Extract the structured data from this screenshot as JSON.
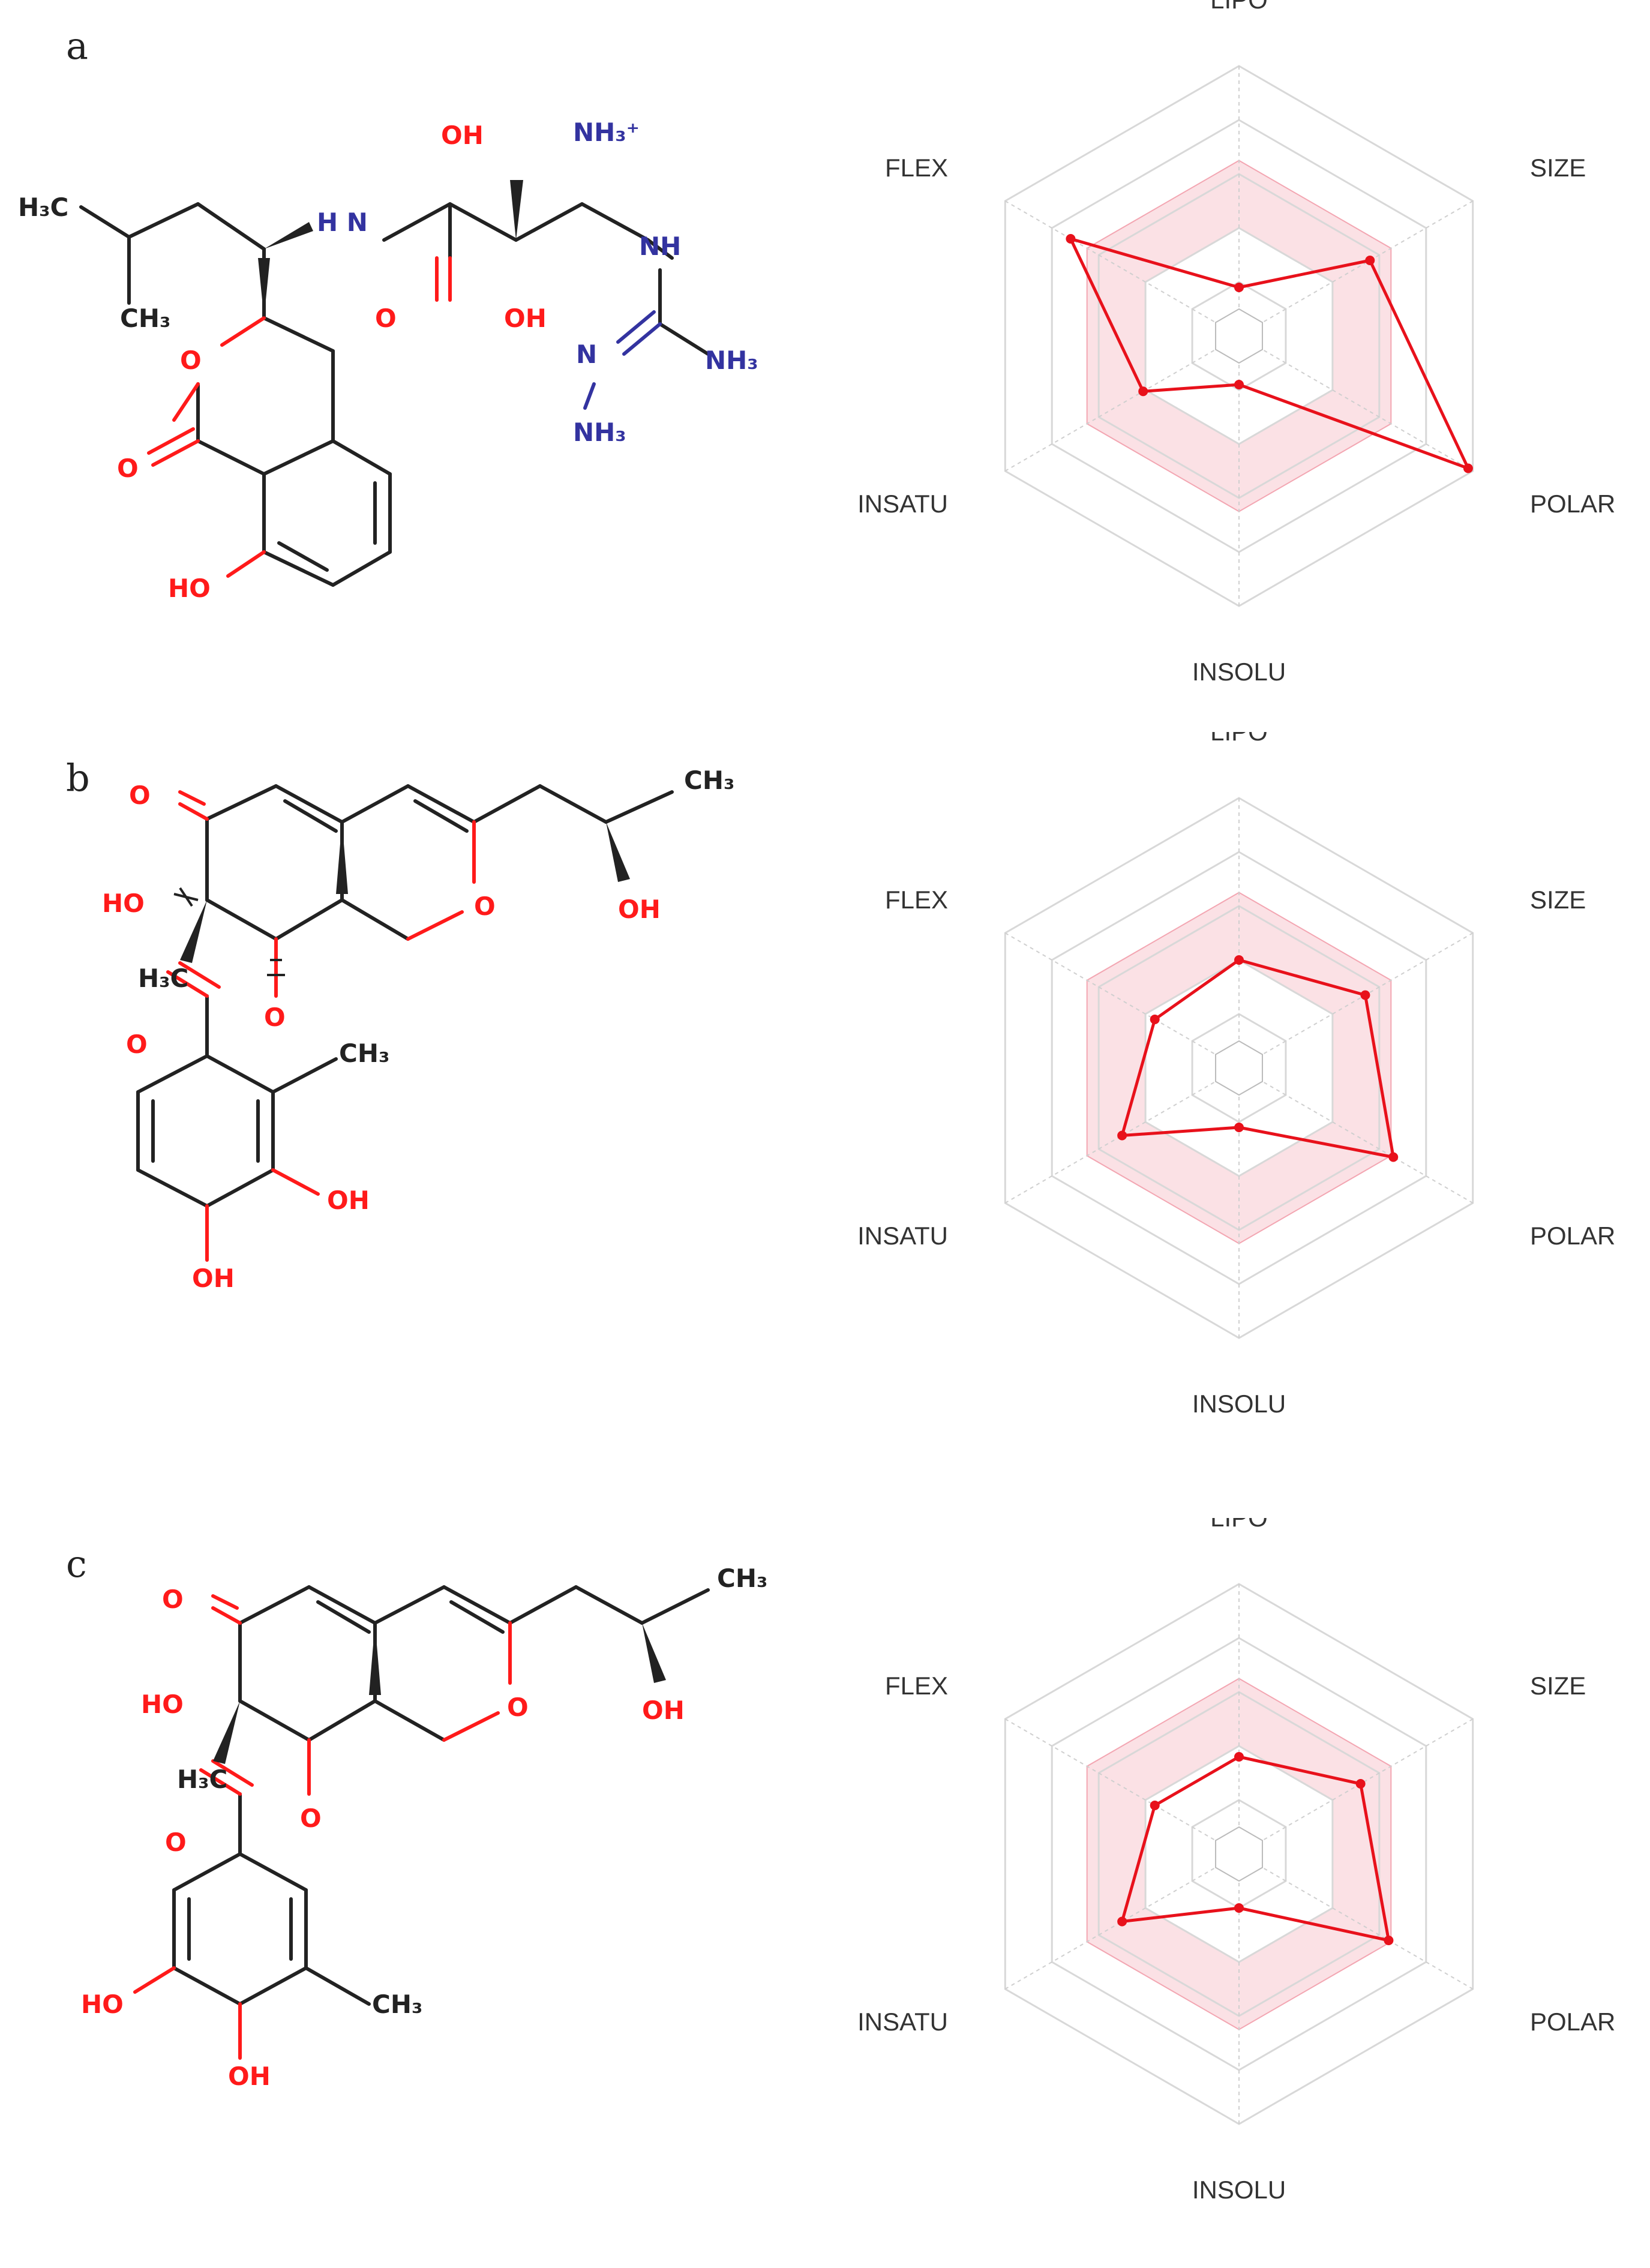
{
  "colors": {
    "oxygen": "#ff1a1a",
    "nitrogen": "#3333a0",
    "carbon": "#222222",
    "radar": "#e8111b",
    "band": "#f7c9d0"
  },
  "chart_data": [
    {
      "type": "radar",
      "panel": "a",
      "axes": [
        "LIPO",
        "SIZE",
        "POLAR",
        "INSOLU",
        "INSATU",
        "FLEX"
      ],
      "values": [
        0.18,
        0.56,
        0.98,
        0.18,
        0.41,
        0.72
      ],
      "optimal_band": [
        0.4,
        0.65
      ],
      "scale": [
        0,
        1
      ],
      "grid": true
    },
    {
      "type": "radar",
      "panel": "b",
      "axes": [
        "LIPO",
        "SIZE",
        "POLAR",
        "INSOLU",
        "INSATU",
        "FLEX"
      ],
      "values": [
        0.4,
        0.54,
        0.66,
        0.22,
        0.5,
        0.36
      ],
      "optimal_band": [
        0.4,
        0.65
      ],
      "scale": [
        0,
        1
      ],
      "grid": true
    },
    {
      "type": "radar",
      "panel": "c",
      "axes": [
        "LIPO",
        "SIZE",
        "POLAR",
        "INSOLU",
        "INSATU",
        "FLEX"
      ],
      "values": [
        0.36,
        0.52,
        0.64,
        0.2,
        0.5,
        0.36
      ],
      "optimal_band": [
        0.4,
        0.65
      ],
      "scale": [
        0,
        1
      ],
      "grid": true
    }
  ],
  "panels": [
    {
      "letter": "a",
      "atoms": {
        "h3c": "H₃C",
        "ch3": "CH₃",
        "nh": "H\nN",
        "oh_top": "OH",
        "oh_mid": "OH",
        "nh3plus": "NH₃⁺",
        "nh_right": "NH",
        "n_left": "N",
        "nh3_a": "NH₃",
        "nh3_b": "NH₃",
        "o_ring": "O",
        "o_carb": "O",
        "o_amide": "O",
        "ho": "HO"
      }
    },
    {
      "letter": "b",
      "atoms": {
        "o_keto": "O",
        "ch3_top": "CH₃",
        "ho": "HO",
        "h3c": "H₃C",
        "o_ring": "O",
        "oh_side": "OH",
        "o_ester": "O",
        "o_carb": "O",
        "ch3_ar": "CH₃",
        "oh_ar1": "OH",
        "oh_ar2": "OH"
      }
    },
    {
      "letter": "c",
      "atoms": {
        "o_keto": "O",
        "ch3_top": "CH₃",
        "ho": "HO",
        "h3c": "H₃C",
        "o_ring": "O",
        "oh_side": "OH",
        "o_ester": "O",
        "o_carb": "O",
        "ho_ar": "HO",
        "oh_ar": "OH",
        "ch3_ar": "CH₃"
      }
    }
  ]
}
